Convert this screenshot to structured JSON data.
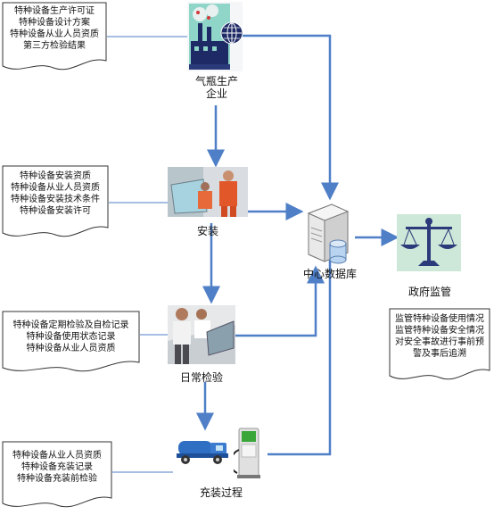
{
  "nodes": {
    "producer": {
      "label_line1": "气瓶生产",
      "label_line2": "企业"
    },
    "install": {
      "label": "安装"
    },
    "inspection": {
      "label": "日常检验"
    },
    "filling": {
      "label": "充装过程"
    },
    "database": {
      "label": "中心数据库"
    },
    "government": {
      "label": "政府监管"
    }
  },
  "docs": {
    "producer_doc": [
      "特种设备生产许可证",
      "特种设备设计方案",
      "特种设备从业人员资质",
      "第三方检验结果"
    ],
    "install_doc": [
      "特种设备安装资质",
      "特种设备从业人员资质",
      "特种设备安装技术条件",
      "特种设备安装许可"
    ],
    "inspection_doc": [
      "特种设备定期检验及自检记录",
      "特种设备使用状态记录",
      "特种设备从业人员资质"
    ],
    "filling_doc": [
      "特种设备从业人员资质",
      "特种设备充装记录",
      "特种设备充装前检验"
    ],
    "gov_doc": [
      "监管特种设备使用情况",
      "监管特种设备安全情况",
      "对安全事故进行事前预",
      "警及事后追溯"
    ]
  },
  "colors": {
    "arrow": "#4f7fc7",
    "doc_border": "#333333"
  }
}
